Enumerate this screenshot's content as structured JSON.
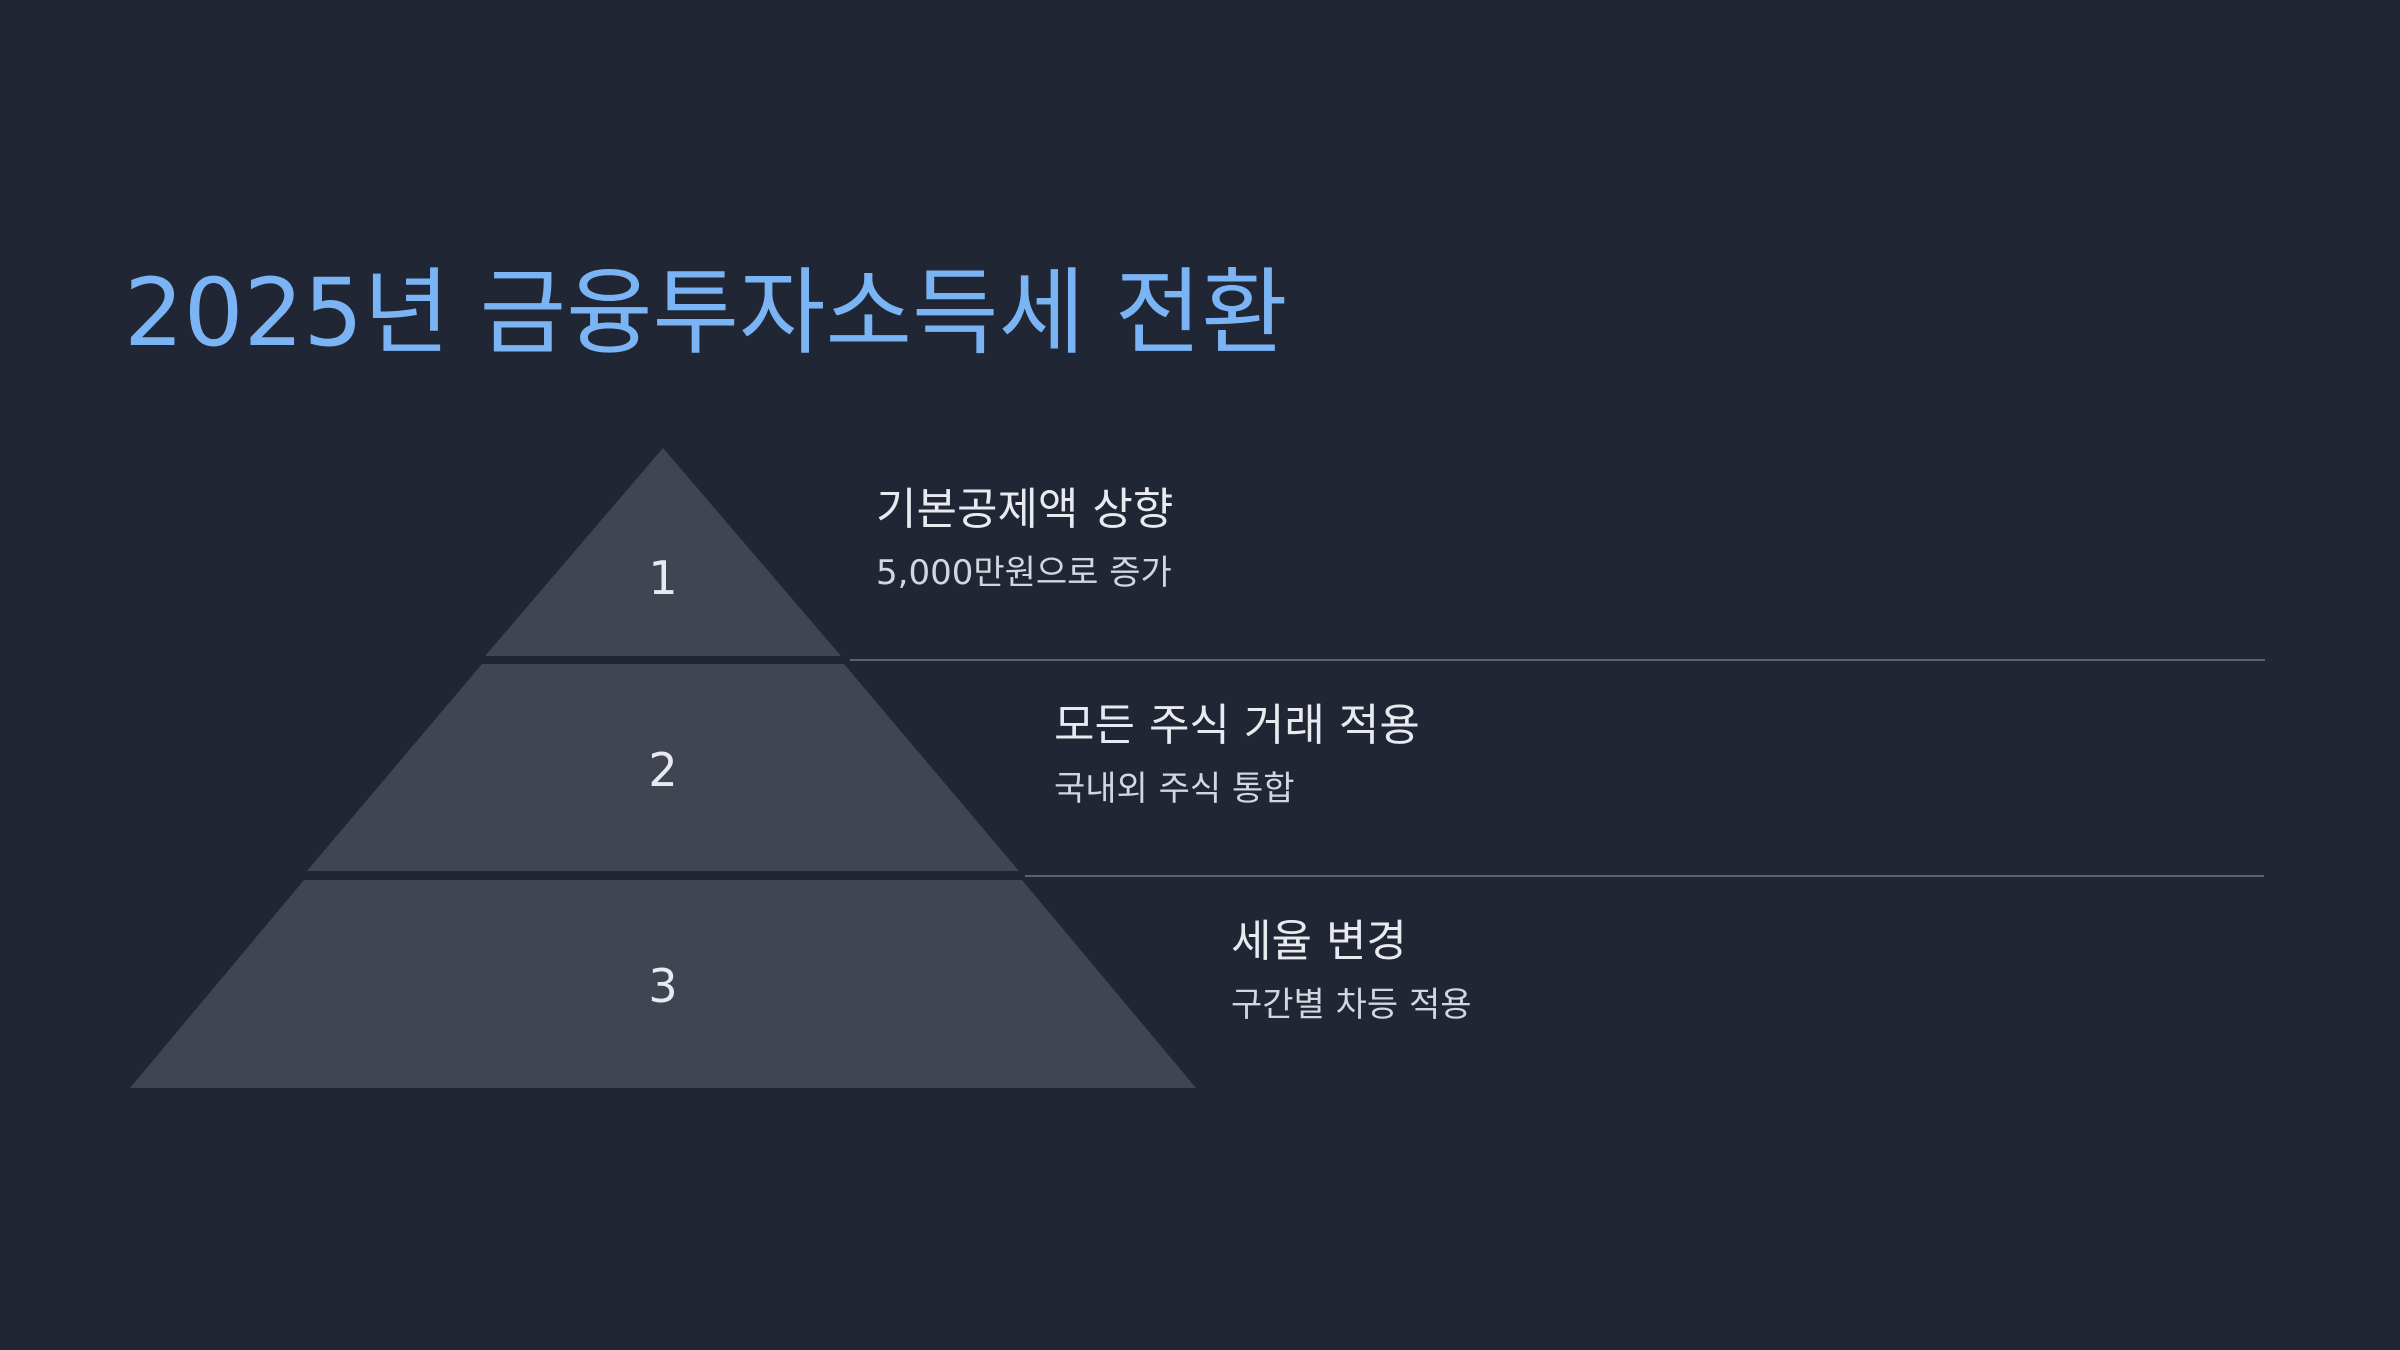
{
  "title": "2025년 금융투자소득세 전환",
  "colors": {
    "background": "#202633",
    "title": "#7ab4f5",
    "tier": "#3f4551",
    "text": "#e8eaf0",
    "divider": "#5a6170"
  },
  "levels": [
    {
      "number": "1",
      "heading": "기본공제액 상향",
      "sub": "5,000만원으로 증가"
    },
    {
      "number": "2",
      "heading": "모든 주식 거래 적용",
      "sub": "국내외 주식 통합"
    },
    {
      "number": "3",
      "heading": "세율 변경",
      "sub": "구간별 차등 적용"
    }
  ]
}
